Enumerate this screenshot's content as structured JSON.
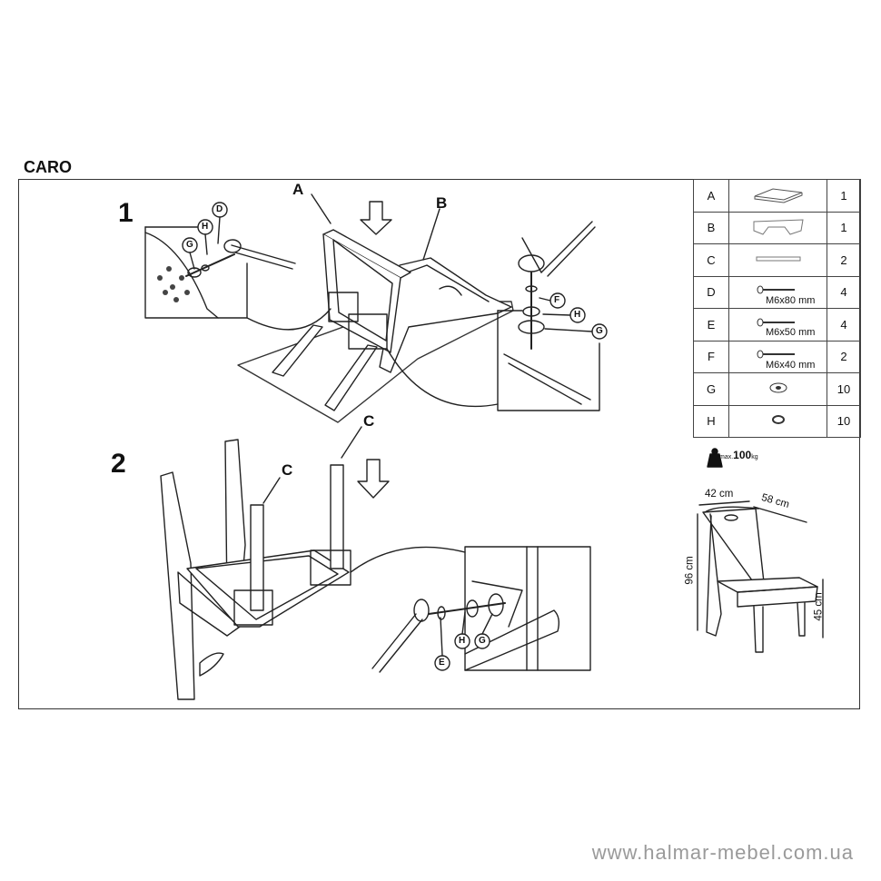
{
  "title": "CARO",
  "steps": [
    "1",
    "2"
  ],
  "callouts": {
    "a": "A",
    "b": "B",
    "c1": "C",
    "c2": "C"
  },
  "circle_letters": {
    "step1_left": [
      "D",
      "H",
      "G"
    ],
    "step1_right": [
      "F",
      "H",
      "G"
    ],
    "step2": [
      "E",
      "H",
      "G"
    ]
  },
  "parts": [
    {
      "letter": "A",
      "qty": "1",
      "icon": "seat-panel-icon",
      "text": ""
    },
    {
      "letter": "B",
      "qty": "1",
      "icon": "backrest-frame-icon",
      "text": ""
    },
    {
      "letter": "C",
      "qty": "2",
      "icon": "leg-bar-icon",
      "text": ""
    },
    {
      "letter": "D",
      "qty": "4",
      "icon": "bolt-icon",
      "text": "M6x80 mm"
    },
    {
      "letter": "E",
      "qty": "4",
      "icon": "bolt-icon",
      "text": "M6x50 mm"
    },
    {
      "letter": "F",
      "qty": "2",
      "icon": "bolt-icon",
      "text": "M6x40 mm"
    },
    {
      "letter": "G",
      "qty": "10",
      "icon": "washer-icon",
      "text": ""
    },
    {
      "letter": "H",
      "qty": "10",
      "icon": "spring-washer-icon",
      "text": ""
    }
  ],
  "max_load": {
    "prefix": "max.",
    "value": "100",
    "unit": "kg"
  },
  "dimensions": {
    "width": "42 cm",
    "depth": "58 cm",
    "height": "96 cm",
    "seat_height": "45 cm"
  },
  "footer": "www.halmar-mebel.com.ua"
}
